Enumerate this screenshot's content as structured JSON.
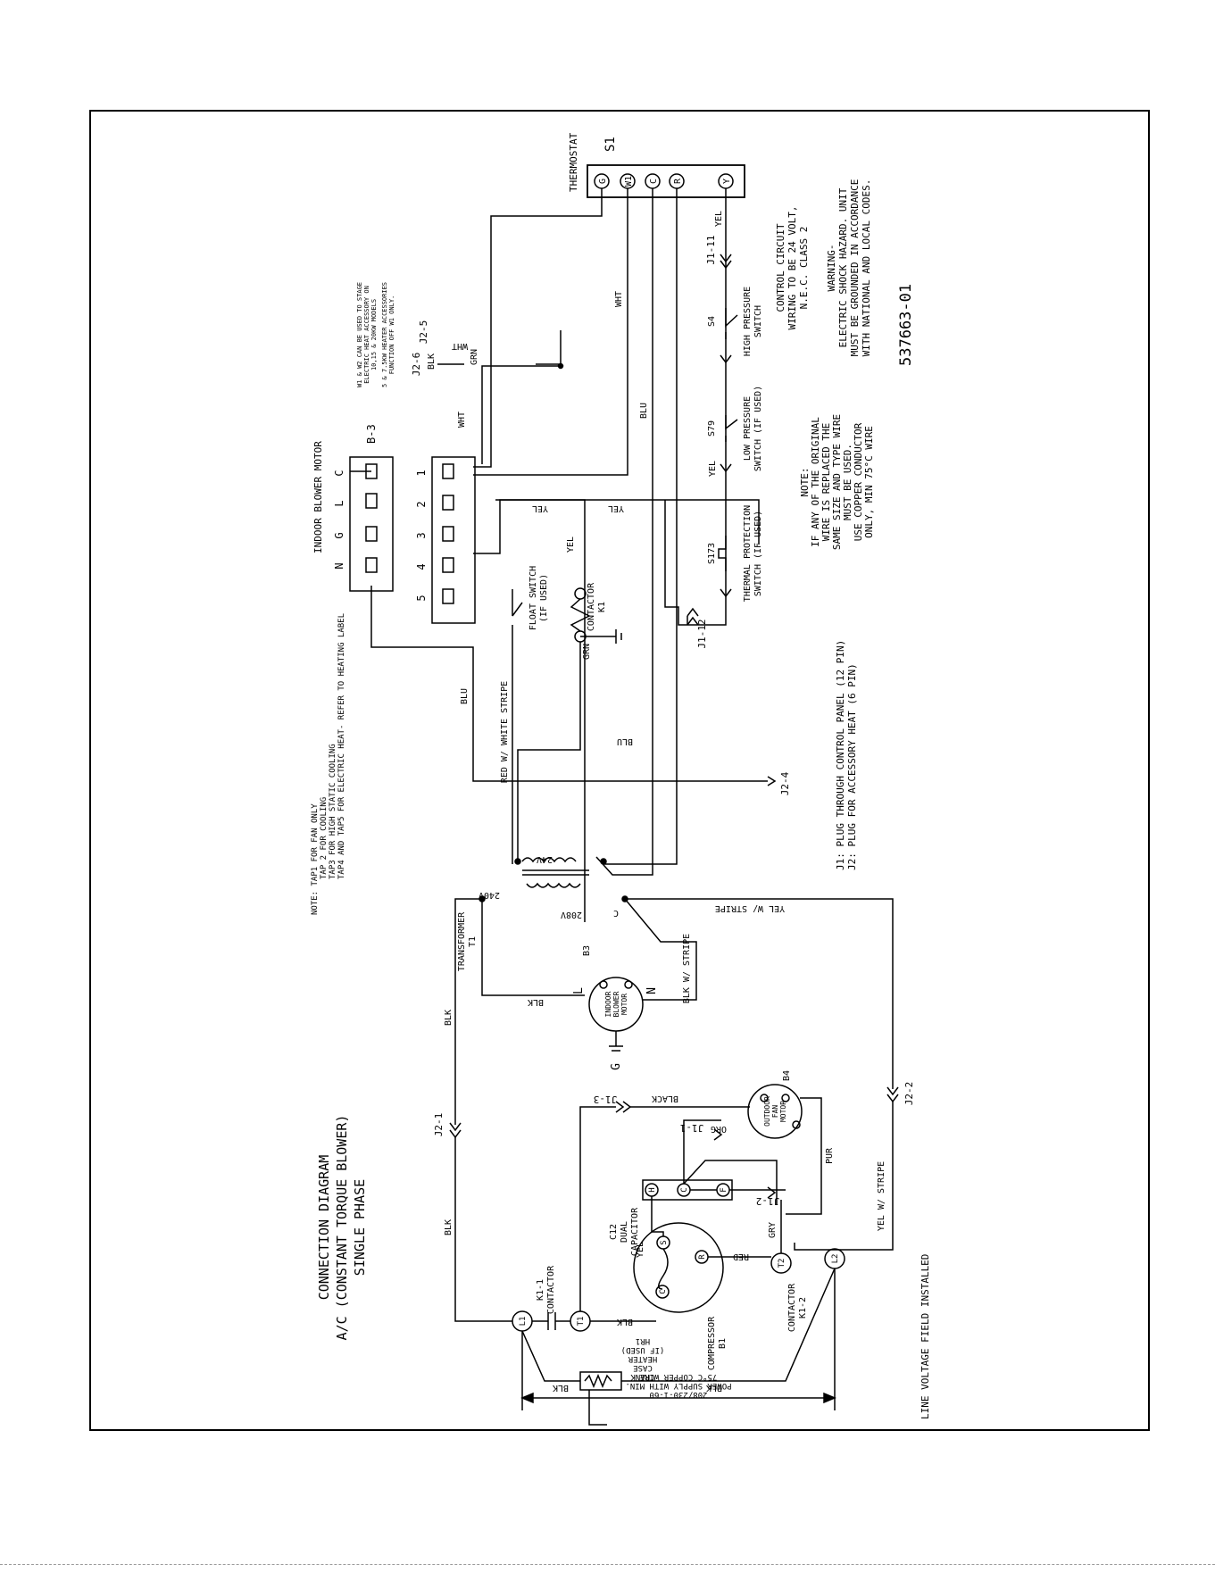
{
  "title": {
    "line1": "CONNECTION DIAGRAM",
    "line2": "A/C (CONSTANT TORQUE BLOWER)",
    "line3": "SINGLE PHASE"
  },
  "thermostat": {
    "title": "THERMOSTAT",
    "id": "S1",
    "terminals": [
      "G",
      "W1",
      "C",
      "R",
      "Y"
    ]
  },
  "blower_motor_plug": {
    "title": "INDOOR BLOWER MOTOR",
    "id": "B-3",
    "top_pins": [
      "N",
      "G",
      "L",
      "C"
    ],
    "taps": [
      "5",
      "4",
      "3",
      "2",
      "1"
    ]
  },
  "control_circuit_note": [
    "CONTROL CIRCUIT",
    "WIRING TO BE 24 VOLT,",
    "N.E.C. CLASS 2"
  ],
  "warning_note": [
    "WARNING-",
    "ELECTRIC SHOCK HAZARD. UNIT",
    "MUST BE GROUNDED IN ACCORDANCE",
    "WITH NATIONAL AND LOCAL CODES."
  ],
  "part_number": "537663-01",
  "heater_note": [
    "W1 & W2 CAN BE USED TO STAGE",
    "ELECTRIC HEAT ACCESSORY ON",
    "10,15 & 20KW MODELS",
    "5 & 7.5KW HEATER ACCESSORIES",
    "FUNCTION OFF W1 ONLY."
  ],
  "wire_note": [
    "NOTE:",
    "IF ANY OF THE ORIGINAL",
    "WIRE IS REPLACED THE",
    "SAME SIZE AND TYPE WIRE",
    "MUST BE USED.",
    "USE COPPER CONDUCTOR",
    "ONLY, MIN 75°C WIRE"
  ],
  "tap_note": [
    "NOTE: TAP1 FOR FAN ONLY",
    "TAP 2 FOR COOLING",
    "TAP3 FOR HIGH STATIC COOLING",
    "TAP4 AND TAP5 FOR ELECTRIC HEAT- REFER TO HEATING LABEL"
  ],
  "plug_note": [
    "J1: PLUG THROUGH CONTROL PANEL (12 PIN)",
    "J2: PLUG FOR ACCESSORY HEAT (6 PIN)"
  ],
  "field_note": "LINE VOLTAGE FIELD INSTALLED",
  "power_supply": [
    "208/230-1-60",
    "POWER SUPPLY WITH MIN.",
    "75°C COPPER WIRE"
  ],
  "components": {
    "s4": [
      "S4",
      "HIGH PRESSURE",
      "SWITCH"
    ],
    "s79": [
      "S79",
      "LOW PRESSURE",
      "SWITCH (IF USED)"
    ],
    "s173": [
      "S173",
      "THERMAL PROTECTION",
      "SWITCH (IF USED)"
    ],
    "k1": [
      "CONTACTOR",
      "K1"
    ],
    "float": [
      "FLOAT SWITCH",
      "(IF USED)"
    ],
    "transformer": [
      "TRANSFORMER",
      "T1"
    ],
    "b3": [
      "B3",
      "INDOOR",
      "BLOWER",
      "MOTOR"
    ],
    "b4": [
      "B4",
      "OUTDOOR",
      "FAN",
      "MOTOR"
    ],
    "c12": [
      "C12",
      "DUAL",
      "CAPACITOR"
    ],
    "b1": [
      "COMPRESSOR",
      "B1"
    ],
    "k1_1": [
      "K1-1",
      "CONTACTOR"
    ],
    "k1_2": [
      "CONTACTOR",
      "K1-2"
    ],
    "hr1": [
      "CRANK",
      "CASE",
      "HEATER",
      "(IF USED)",
      "HR1"
    ]
  },
  "voltages": {
    "v24": "24V",
    "v240": "240V",
    "v208": "208V",
    "c": "C"
  },
  "motor_pins": {
    "l": "L",
    "n": "N",
    "g": "G"
  },
  "terminals": {
    "l1": "L1",
    "l2": "L2",
    "t1": "T1",
    "t2": "T2",
    "h": "H",
    "c": "C",
    "f": "F",
    "s": "S",
    "r": "R",
    "cc": "C"
  },
  "connectors": {
    "j1_11": "J1-11",
    "j1_12": "J1-12",
    "j1_1": "J1-1",
    "j1_2": "J1-2",
    "j1_3": "J1-3",
    "j2_1": "J2-1",
    "j2_2": "J2-2",
    "j2_4": "J2-4",
    "j2_5": "J2-5",
    "j2_6": "J2-6"
  },
  "wire_labels": {
    "yel": "YEL",
    "wht": "WHT",
    "grn": "GRN",
    "blu": "BLU",
    "blk": "BLK",
    "red_w_white": "RED W/ WHITE STRIPE",
    "yel_w_stripe": "YEL W/ STRIPE",
    "blk_w_stripe": "BLK W/ STRIPE",
    "black": "BLACK",
    "org": "ORG",
    "pur": "PUR",
    "gry": "GRY",
    "red": "RED"
  }
}
